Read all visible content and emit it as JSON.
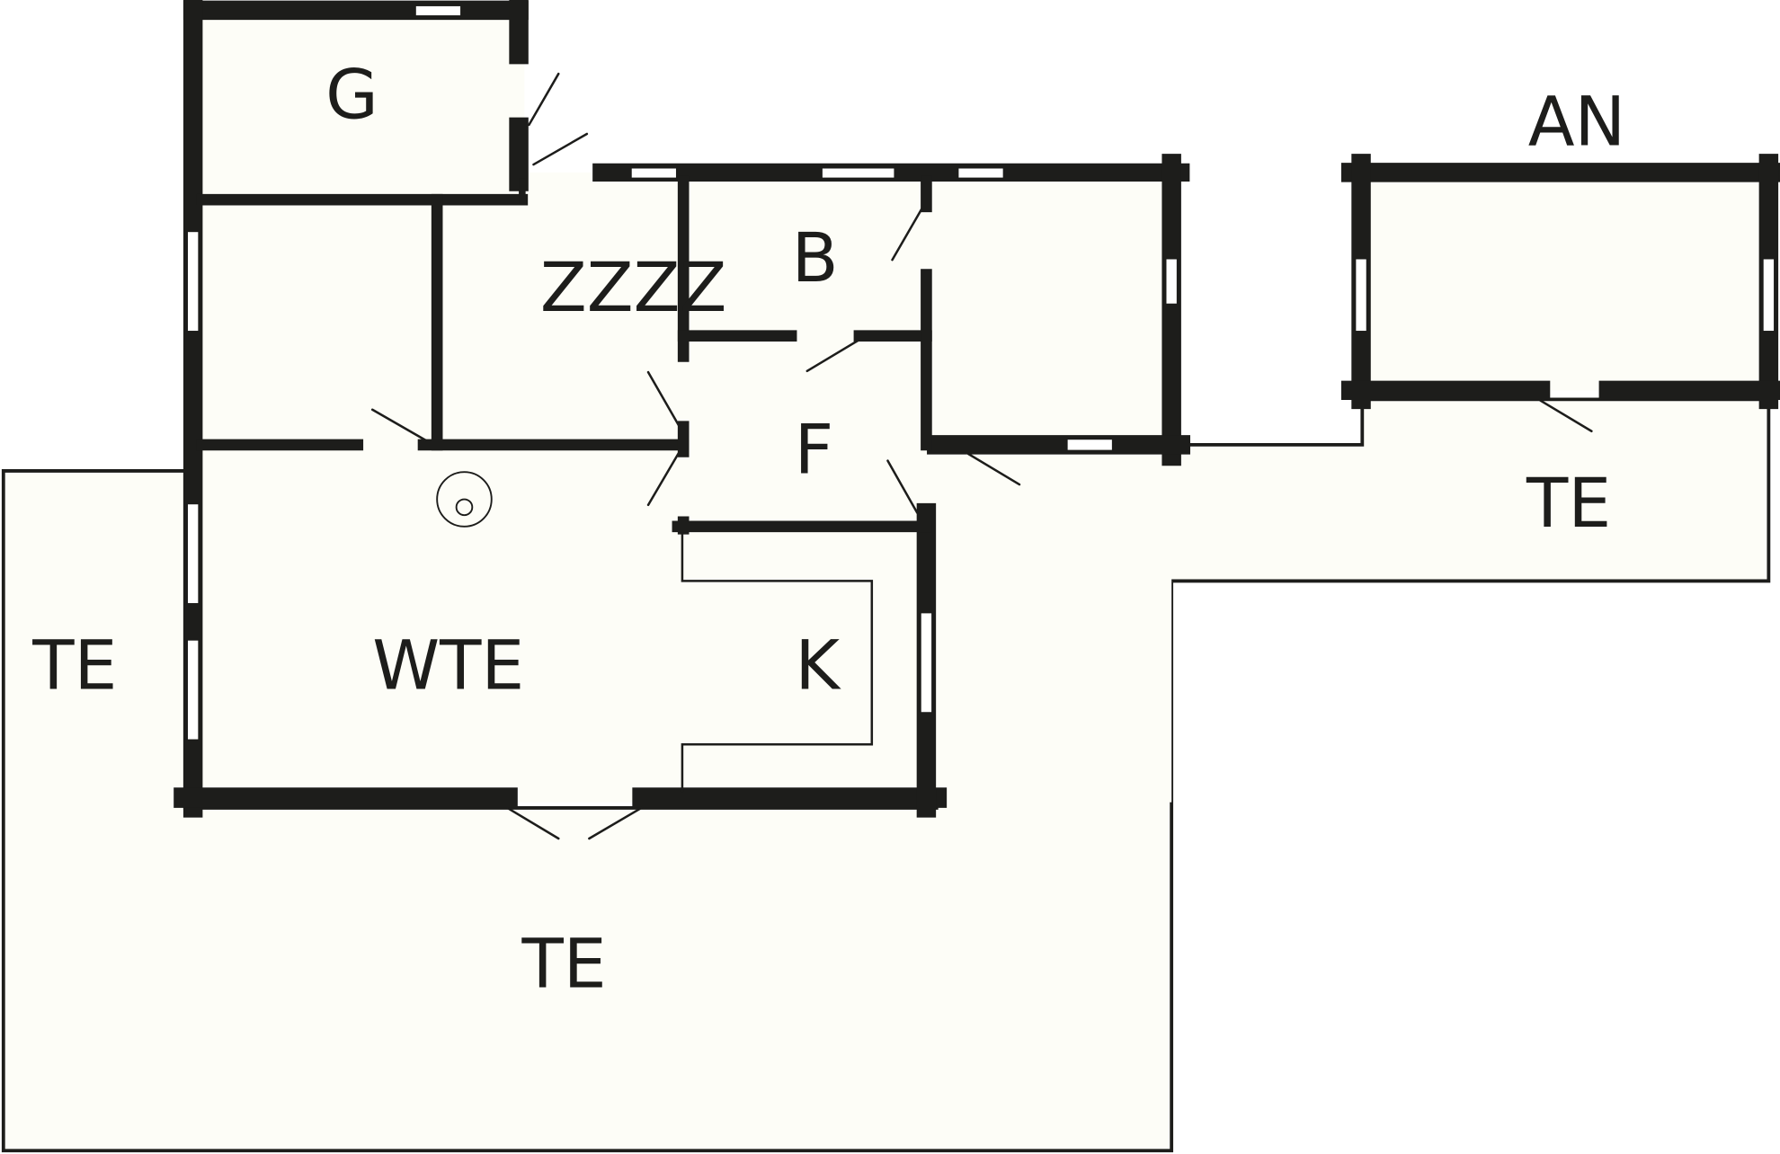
{
  "rooms": {
    "g": "G",
    "b": "B",
    "zzzz": "ZZZZ",
    "f": "F",
    "an": "AN",
    "te_right": "TE",
    "te_left": "TE",
    "wte": "WTE",
    "k": "K",
    "te_bottom": "TE"
  },
  "colors": {
    "wall": "#1d1d1b",
    "floor": "#fdfdf7",
    "background": "#ffffff"
  }
}
